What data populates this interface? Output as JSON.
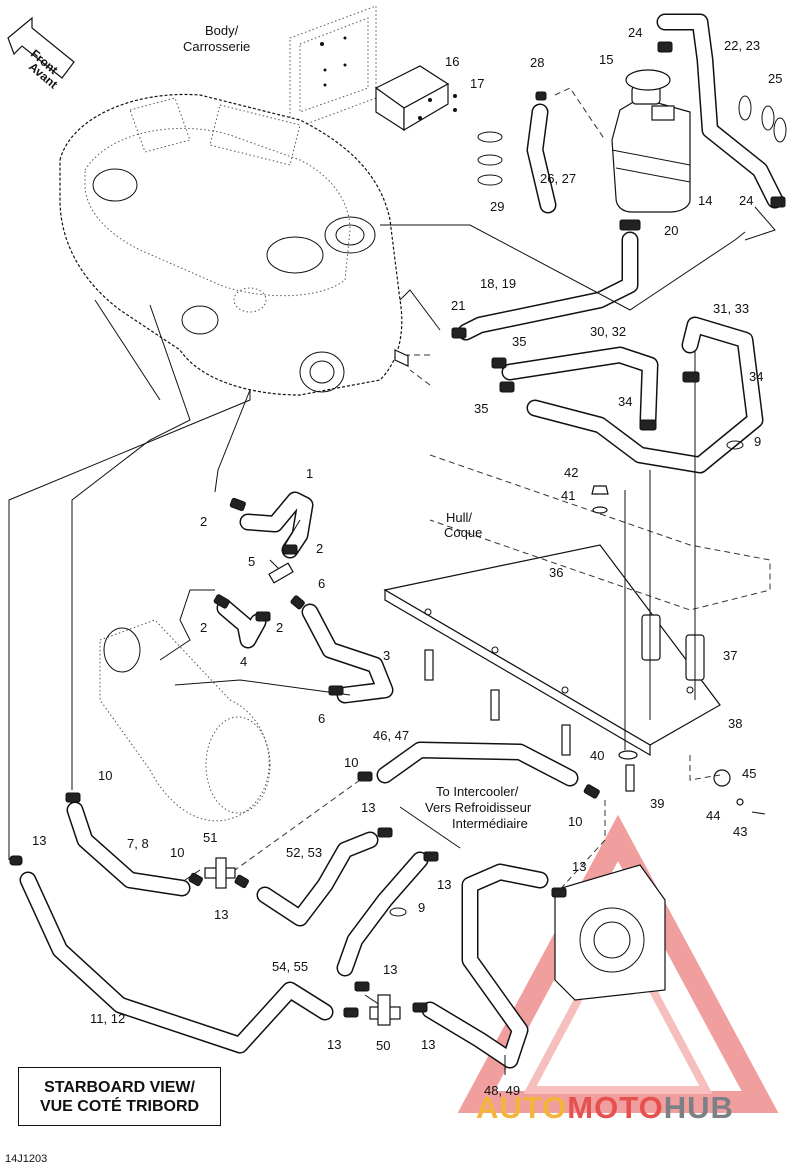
{
  "diagram": {
    "view_title": {
      "line1": "STARBOARD VIEW/",
      "line2": "VUE COTÉ TRIBORD"
    },
    "figure_code": "14J1203",
    "front_arrow": {
      "line1": "Front",
      "line2": "Avant"
    },
    "region_labels": {
      "body": {
        "line1": "Body/",
        "line2": "Carrosserie"
      },
      "hull": {
        "line1": "Hull/",
        "line2": "Coque"
      },
      "intercooler": {
        "line1": "To Intercooler/",
        "line2": "Vers Refroidisseur",
        "line3": "Intermédiaire"
      }
    },
    "callouts": {
      "c1": "1",
      "c2a": "2",
      "c2b": "2",
      "c2c": "2",
      "c2d": "2",
      "c3": "3",
      "c4": "4",
      "c5": "5",
      "c6a": "6",
      "c6b": "6",
      "c7_8": "7, 8",
      "c9a": "9",
      "c9b": "9",
      "c10a": "10",
      "c10b": "10",
      "c10c": "10",
      "c10d": "10",
      "c11_12": "11, 12",
      "c13a": "13",
      "c13b": "13",
      "c13c": "13",
      "c13d": "13",
      "c13e": "13",
      "c13f": "13",
      "c13g": "13",
      "c13h": "13",
      "c14": "14",
      "c15": "15",
      "c16": "16",
      "c17": "17",
      "c18_19": "18, 19",
      "c20": "20",
      "c21": "21",
      "c22_23": "22, 23",
      "c24a": "24",
      "c24b": "24",
      "c25": "25",
      "c26_27": "26, 27",
      "c28": "28",
      "c29": "29",
      "c30_32": "30, 32",
      "c31_33": "31, 33",
      "c34a": "34",
      "c34b": "34",
      "c35a": "35",
      "c35b": "35",
      "c36": "36",
      "c37": "37",
      "c38": "38",
      "c39": "39",
      "c40": "40",
      "c41": "41",
      "c42": "42",
      "c43": "43",
      "c44": "44",
      "c45": "45",
      "c46_47": "46, 47",
      "c48_49": "48, 49",
      "c50": "50",
      "c51": "51",
      "c52_53": "52, 53",
      "c54_55": "54, 55"
    },
    "watermark": {
      "part1": "AUTO",
      "part2": "MOTO",
      "part3": "HUB"
    },
    "colors": {
      "ink": "#111111",
      "watermark_red": "#e6504f",
      "watermark_yellow": "#f3b53b",
      "watermark_gray": "#7b7f86"
    }
  }
}
